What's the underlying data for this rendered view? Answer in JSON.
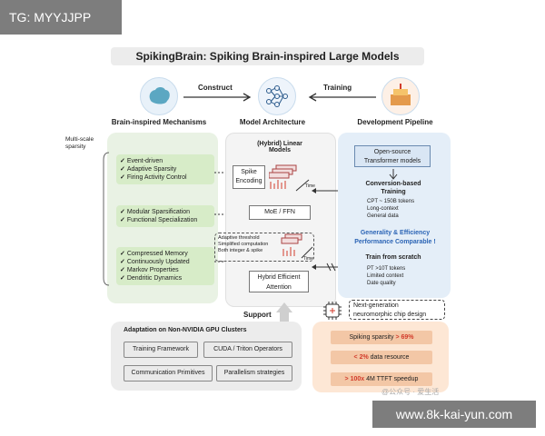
{
  "tag": "TG: MYYJJPP",
  "title": "SpikingBrain: Spiking Brain-inspired Large Models",
  "top_row": {
    "construct": "Construct",
    "training": "Training",
    "left_caption": "Brain-inspired Mechanisms",
    "center_caption": "Model Architecture",
    "right_caption": "Development Pipeline"
  },
  "left_panel": {
    "side_label": "Multi-scale\nsparsity",
    "group1": [
      "Event-driven",
      "Adaptive Sparsity",
      "Firing Activity Control"
    ],
    "group2": [
      "Modular Sparsification",
      "Functional Specialization"
    ],
    "group3": [
      "Compressed Memory",
      "Continuously Updated",
      "Markov Properties",
      "Dendritic Dynamics"
    ]
  },
  "center_panel": {
    "title": "(Hybrid) Linear\nModels",
    "spike_encoding": "Spike\nEncoding",
    "moe": "MoE / FFN",
    "attention": "Hybrid Efficient\nAttention",
    "time": "Time",
    "notes": [
      "Adaptive threshold",
      "Simplified computation",
      "Both integer & spike"
    ]
  },
  "right_panel": {
    "open_source": "Open-source\nTransformer models",
    "conversion": "Conversion-based\nTraining",
    "conv_items": [
      "CPT ~ 150B tokens",
      "Long-context",
      "General data"
    ],
    "generality": "Generality & Efficiency\nPerformance Comparable !",
    "scratch": "Train from scratch",
    "scratch_items": [
      "PT >10T tokens",
      "Limited context",
      "Date quality"
    ]
  },
  "support": "Support",
  "bottom_left": {
    "title": "Adaptation on Non-NVIDIA GPU Clusters",
    "buttons": [
      "Training Framework",
      "CUDA / Triton Operators",
      "Communication Primitives",
      "Parallelism strategies"
    ]
  },
  "chip_label": "Next-generation\nneuromorphic chip design",
  "bottom_right": {
    "rows": [
      {
        "prefix": "Spiking sparsity ",
        "hl": "> 69%",
        "suffix": ""
      },
      {
        "prefix": "",
        "hl": "< 2%",
        "suffix": " data resource"
      },
      {
        "prefix": "",
        "hl": "> 100x",
        "suffix": " 4M TTFT speedup"
      }
    ]
  },
  "watermark_handle": "@公众号 · 爱生活",
  "watermark_url": "www.8k-kai-yun.com",
  "colors": {
    "green": "#e8f3dc",
    "blue": "#e4eef8",
    "orange": "#fde7d5",
    "red": "#d23b2b"
  }
}
